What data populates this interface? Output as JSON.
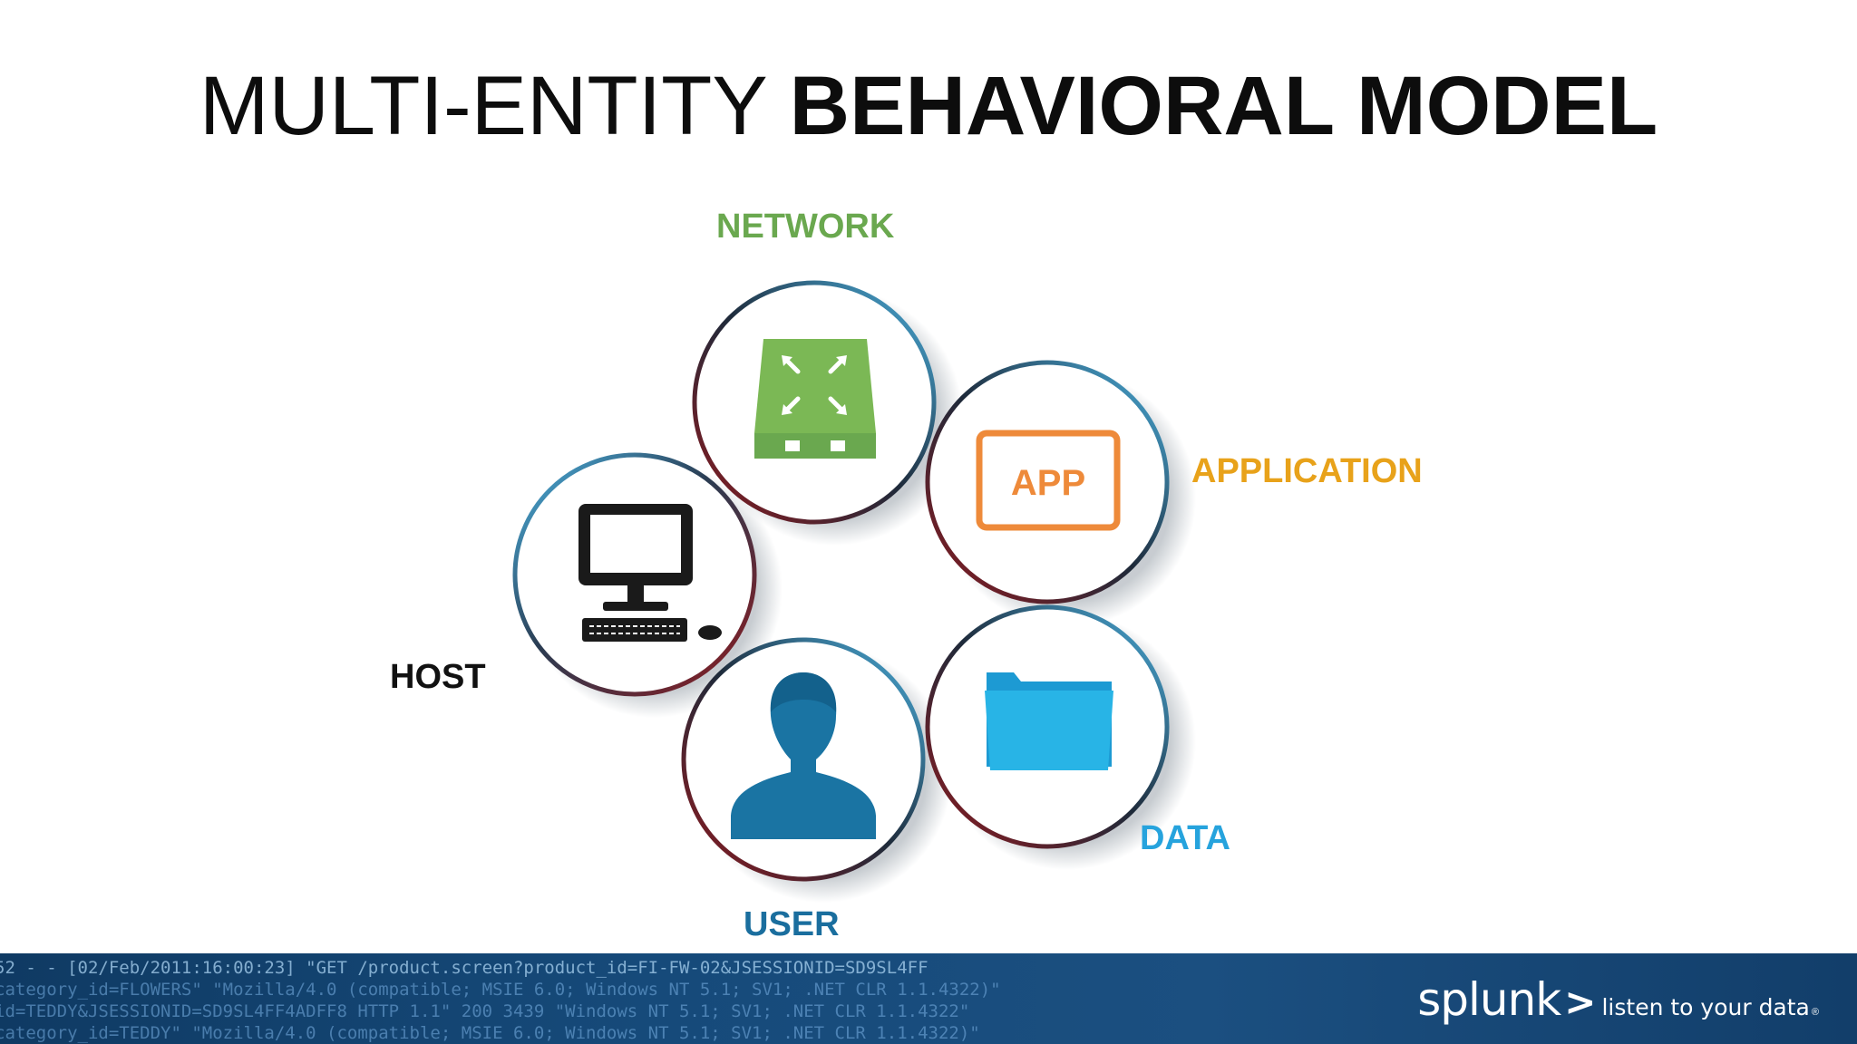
{
  "title": {
    "light": "MULTI-ENTITY",
    "bold": "BEHAVIORAL MODEL"
  },
  "entities": [
    {
      "id": "network",
      "label": "NETWORK",
      "color": "#6aa84f",
      "icon": "network-switch-icon",
      "icon_color": "#7bb855"
    },
    {
      "id": "application",
      "label": "APPLICATION",
      "color": "#e8a21a",
      "icon": "app-window-icon",
      "icon_color": "#ee8a3a",
      "icon_text": "APP"
    },
    {
      "id": "host",
      "label": "HOST",
      "color": "#111111",
      "icon": "desktop-computer-icon",
      "icon_color": "#1a1a1a"
    },
    {
      "id": "user",
      "label": "USER",
      "color": "#1a6e9e",
      "icon": "user-silhouette-icon",
      "icon_color": "#1a74a3"
    },
    {
      "id": "data",
      "label": "DATA",
      "color": "#26a3dd",
      "icon": "folder-icon",
      "icon_color": "#28b4e6"
    }
  ],
  "ring_colors": {
    "red": "#8e1a1f",
    "blue": "#4bb4e3",
    "dark": "#1e2a3a"
  },
  "footer": {
    "background": "#164a7a",
    "log_lines": [
      "52 - - [02/Feb/2011:16:00:23] \"GET /product.screen?product_id=FI-FW-02&JSESSIONID=SD9SL4FF",
      "category_id=FLOWERS\" \"Mozilla/4.0 (compatible; MSIE 6.0; Windows NT 5.1; SV1; .NET CLR 1.1.4322)\"",
      "id=TEDDY&JSESSIONID=SD9SL4FF4ADFF8 HTTP 1.1\" 200 3439 \"Windows NT 5.1; SV1; .NET CLR 1.1.4322\"",
      "category_id=TEDDY\" \"Mozilla/4.0 (compatible; MSIE 6.0; Windows NT 5.1; SV1; .NET CLR 1.1.4322)\""
    ],
    "brand": {
      "name": "splunk",
      "chevron": ">",
      "tagline": "listen to your data",
      "trademark": "®"
    }
  }
}
